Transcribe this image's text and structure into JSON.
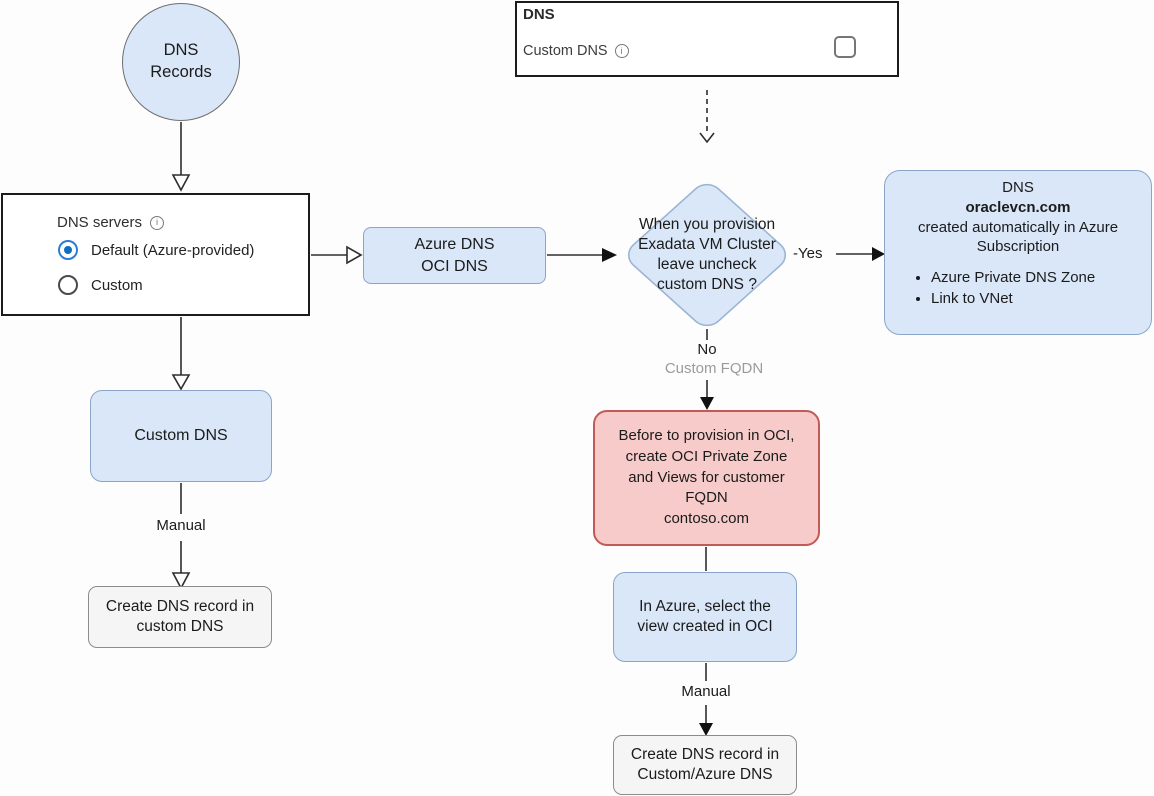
{
  "azure_panel_top": {
    "title": "DNS",
    "field_label": "Custom DNS",
    "checkbox_checked": false
  },
  "dns_servers_panel": {
    "label": "DNS servers",
    "options": [
      {
        "label": "Default (Azure-provided)",
        "selected": true
      },
      {
        "label": "Custom",
        "selected": false
      }
    ]
  },
  "nodes": {
    "dns_records": {
      "label": "DNS\nRecords"
    },
    "azure_oci_dns": {
      "label": "Azure DNS\nOCI DNS"
    },
    "decision": {
      "label": "When you provision\nExadata VM Cluster\nleave uncheck\ncustom DNS ?"
    },
    "dns_created": {
      "line1": "DNS",
      "line2": "oraclevcn.com",
      "line3": "created automatically in Azure Subscription",
      "bullets": [
        "Azure Private DNS Zone",
        "Link to VNet"
      ]
    },
    "custom_dns": {
      "label": "Custom DNS"
    },
    "create_record_custom": {
      "label": "Create DNS record in\ncustom DNS"
    },
    "before_provision": {
      "label": "Before to provision in OCI,\ncreate OCI Private Zone\nand Views for customer\nFQDN\ncontoso.com"
    },
    "in_azure_select": {
      "label": "In Azure, select the\nview created in OCI"
    },
    "create_record_bottom": {
      "label": "Create DNS record in\nCustom/Azure DNS"
    }
  },
  "edge_labels": {
    "yes": "-Yes",
    "no": "No",
    "custom_fqdn": "Custom FQDN",
    "manual_left": "Manual",
    "manual_bottom": "Manual"
  },
  "colors": {
    "node_blue_fill": "#d9e7f8",
    "node_blue_border": "#8aa5c8",
    "node_red_fill": "#f6cbc9",
    "node_red_border": "#c05b57",
    "node_gray_fill": "#f5f5f5",
    "radio_selected": "#0b6fc2"
  }
}
